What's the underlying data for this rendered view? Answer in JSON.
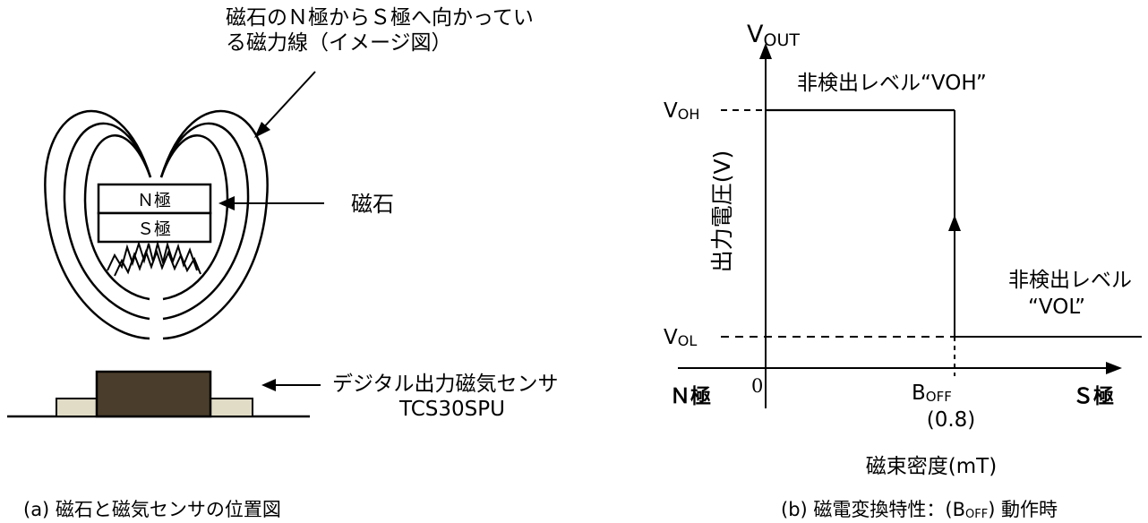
{
  "left": {
    "annotation_line1": "磁石のＮ極からＳ極へ向かってい",
    "annotation_line2": "る磁力線（イメージ図）",
    "magnet_n": "Ｎ極",
    "magnet_s": "Ｓ極",
    "magnet_label": "磁石",
    "sensor_label_line1": "デジタル出力磁気センサ",
    "sensor_label_line2": "TCS30SPU",
    "caption": "(a) 磁石と磁気センサの位置図"
  },
  "right": {
    "y_axis_title": "V",
    "y_axis_title_sub": "OUT",
    "y_axis_label": "出力電圧(V)",
    "voh_label": "V",
    "voh_sub": "OH",
    "vol_label": "V",
    "vol_sub": "OL",
    "high_level_text": "非検出レベル“VOH”",
    "low_level_text_line1": "非検出レベル",
    "low_level_text_line2": "“VOL”",
    "origin": "0",
    "x_left_label": "Ｎ極",
    "x_right_label": "Ｓ極",
    "boff_label": "B",
    "boff_sub": "OFF",
    "boff_value": "(0.8)",
    "x_axis_label": "磁束密度(mT)",
    "caption_prefix": "(b) 磁電変換特性：(B",
    "caption_sub": "OFF",
    "caption_suffix": ") 動作時"
  },
  "colors": {
    "sensor_body": "#4a3d2b",
    "sensor_leads": "#e0dcc6",
    "stroke": "#000000"
  }
}
